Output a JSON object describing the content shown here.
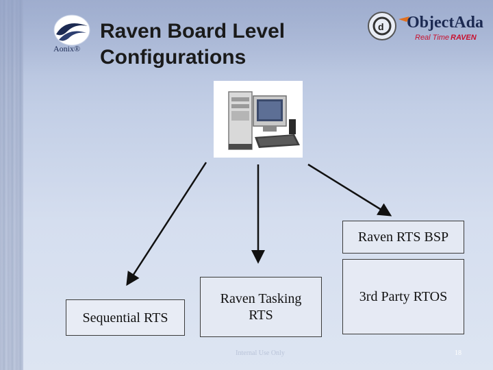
{
  "slide": {
    "title_line1": "Raven Board Level",
    "title_line2": "Configurations",
    "footer_note": "Internal Use Only",
    "page_number": "18"
  },
  "logos": {
    "aonix_text": "Aonix®",
    "objectada_name": "ObjectAda",
    "objectada_tagline_1": "Real Time",
    "objectada_tagline_2": "RAVEN"
  },
  "boxes": {
    "bsp": "Raven RTS BSP",
    "rtos": "3rd Party RTOS",
    "sequential": "Sequential RTS",
    "tasking": "Raven Tasking RTS"
  },
  "colors": {
    "title": "#1a1a1a",
    "arrow": "#111111",
    "logo_blue": "#1c2a52",
    "logo_red": "#c8102e"
  }
}
